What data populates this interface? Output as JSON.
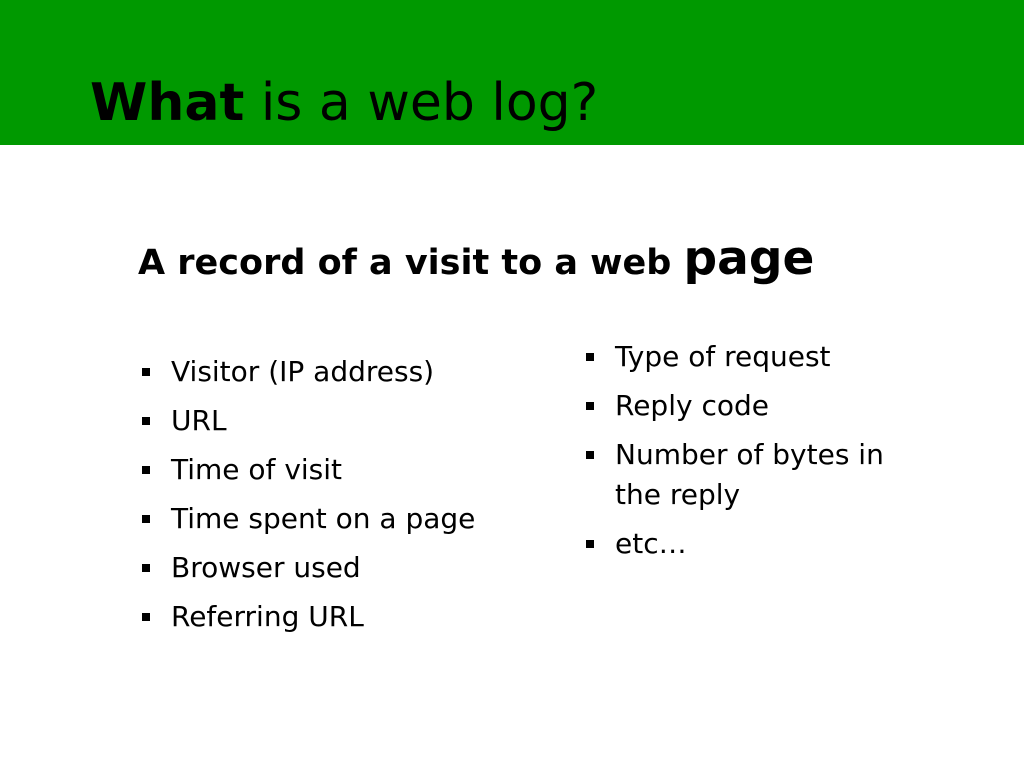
{
  "slide": {
    "title_strong": "What",
    "title_rest": " is a web log?",
    "subtitle_main": "A record of a visit to a web ",
    "subtitle_big": "page",
    "left_items": [
      "Visitor (IP address)",
      "URL",
      "Time of visit",
      "Time spent on a page",
      "Browser used",
      "Referring URL"
    ],
    "right_items": [
      "Type of request",
      "Reply code",
      "Number of bytes in the reply",
      "etc…"
    ]
  },
  "colors": {
    "title_bar": "#009900",
    "background": "#ffffff",
    "text": "#000000"
  },
  "icons": {
    "bullet": "square-bullet-icon"
  }
}
